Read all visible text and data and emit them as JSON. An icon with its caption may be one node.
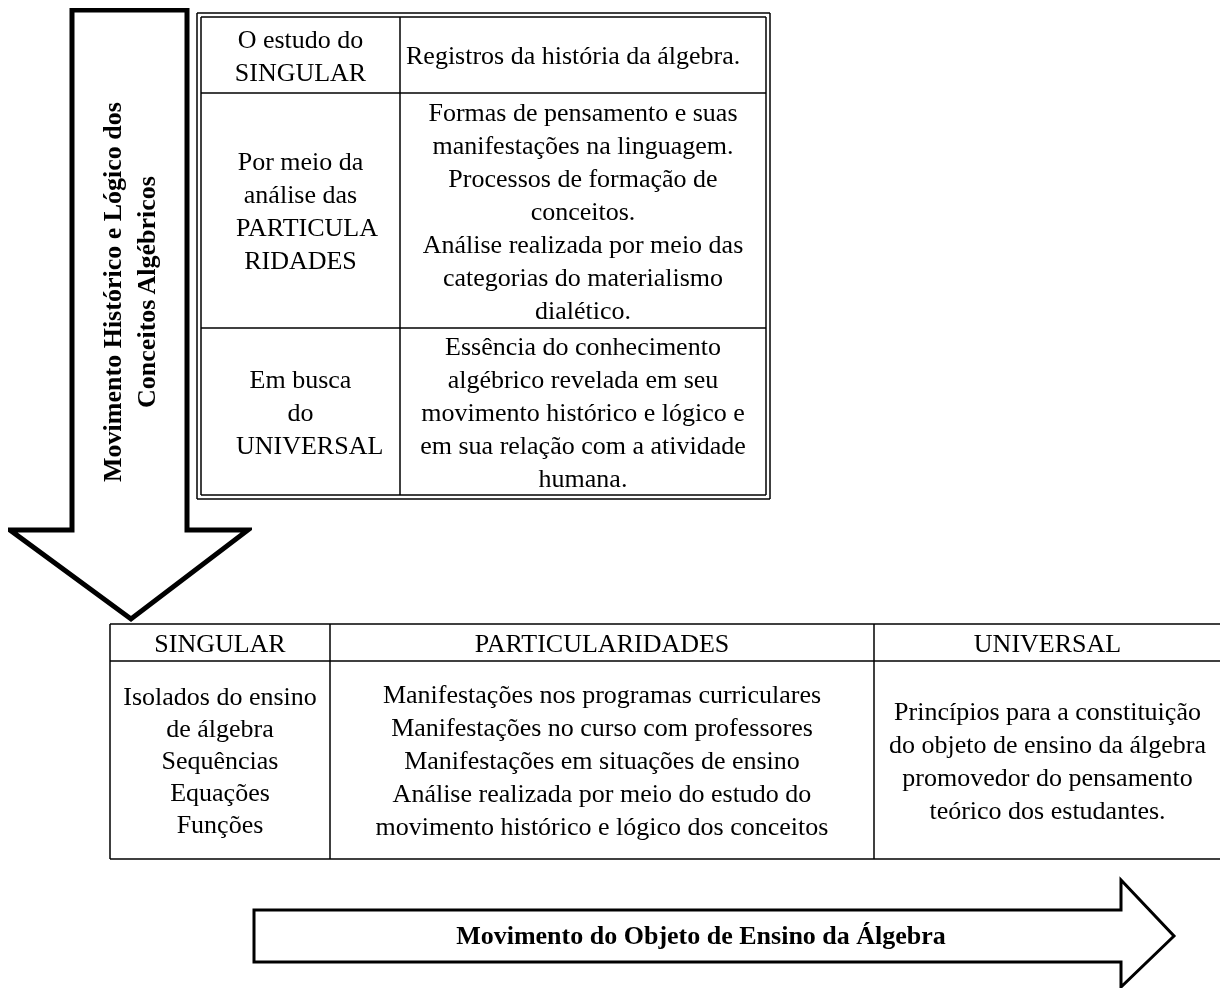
{
  "diagram": {
    "nodes": [
      {
        "text": [
          "Movimento Histórico e Lógico dos Conceitos Algébricos"
        ]
      },
      {
        "text": [
          "Movimento do Objeto de Ensino da Álgebra"
        ]
      }
    ],
    "labels": [
      "O estudo do SINGULAR",
      "Registros da história da álgebra.",
      "Por meio da análise das PARTICULA RIDADES",
      "Formas de pensamento e suas manifestações na linguagem.",
      "Processos de formação de conceitos.",
      "Análise realizada por meio das categorias do materialismo dialético.",
      "Em busca do UNIVERSAL",
      "Essência do conhecimento algébrico revelada em seu movimento histórico e lógico e em sua relação com a atividade humana.",
      "SINGULAR",
      "PARTICULARIDADES",
      "UNIVERSAL",
      "Isolados do ensino de álgebra",
      "Sequências",
      "Equações",
      "Funções",
      "Manifestações nos programas curriculares",
      "Manifestações no curso com professores",
      "Manifestações em situações de ensino",
      "Análise realizada por meio do estudo do movimento histórico e lógico dos conceitos",
      "Princípios para a constituição do objeto de ensino da álgebra promovedor do pensamento teórico dos estudantes."
    ]
  }
}
